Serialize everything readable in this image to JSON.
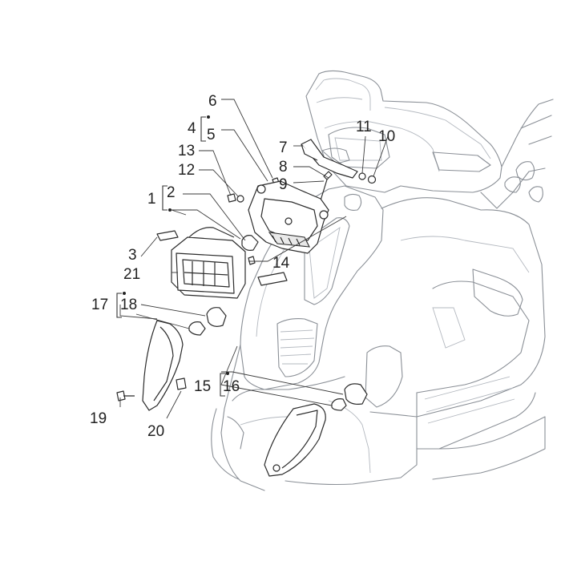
{
  "callouts": [
    {
      "id": "c1",
      "label": "1"
    },
    {
      "id": "c2",
      "label": "2"
    },
    {
      "id": "c3",
      "label": "3"
    },
    {
      "id": "c4",
      "label": "4"
    },
    {
      "id": "c5",
      "label": "5"
    },
    {
      "id": "c6",
      "label": "6"
    },
    {
      "id": "c7",
      "label": "7"
    },
    {
      "id": "c8",
      "label": "8"
    },
    {
      "id": "c9",
      "label": "9"
    },
    {
      "id": "c10",
      "label": "10"
    },
    {
      "id": "c11",
      "label": "11"
    },
    {
      "id": "c12",
      "label": "12"
    },
    {
      "id": "c13",
      "label": "13"
    },
    {
      "id": "c14",
      "label": "14"
    },
    {
      "id": "c15",
      "label": "15"
    },
    {
      "id": "c16",
      "label": "16"
    },
    {
      "id": "c17",
      "label": "17"
    },
    {
      "id": "c18",
      "label": "18"
    },
    {
      "id": "c19",
      "label": "19"
    },
    {
      "id": "c20",
      "label": "20"
    },
    {
      "id": "c21",
      "label": "21"
    }
  ],
  "colors": {
    "line": "#8a8f96",
    "part_stroke": "#2b2b2b",
    "text": "#222222",
    "background": "#ffffff"
  }
}
